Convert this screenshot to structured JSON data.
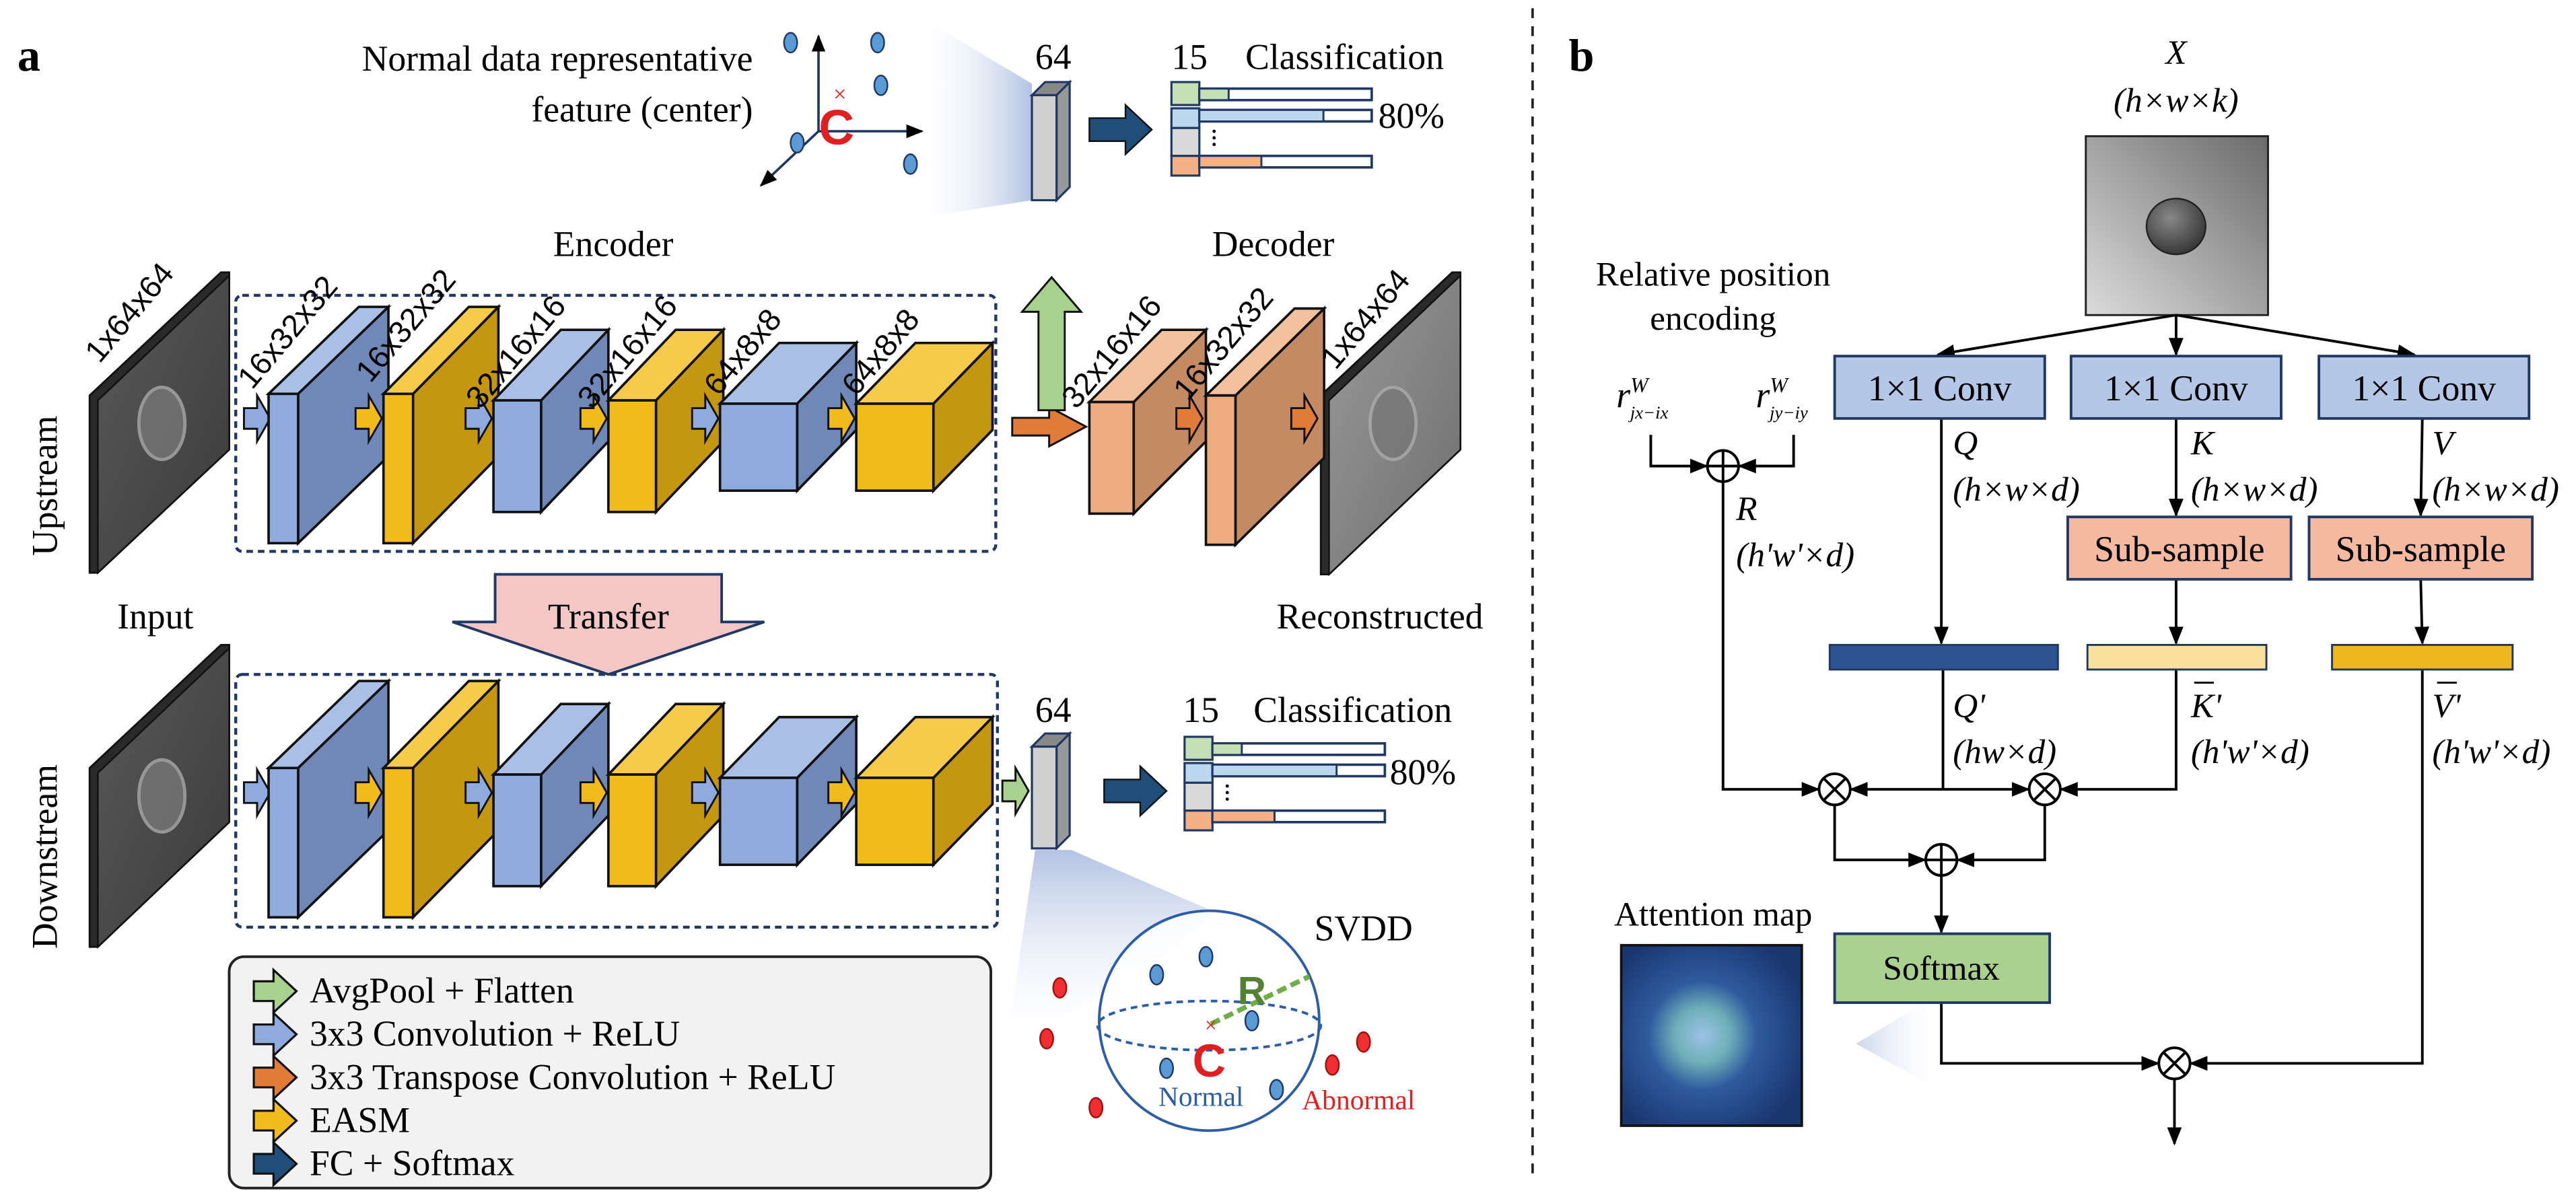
{
  "panel_a": {
    "label": "a",
    "top": {
      "center_text": [
        "Normal data representative",
        "feature (center)"
      ],
      "center_symbol": "C",
      "feature_dim": "64",
      "classes": "15",
      "classification": "Classification",
      "accuracy": "80%"
    },
    "upstream": {
      "row_label": "Upstream",
      "encoder_title": "Encoder",
      "decoder_title": "Decoder",
      "input_dim": "1x64x64",
      "encoder_dims": [
        "16x32x32",
        "16x32x32",
        "32x16x16",
        "32x16x16",
        "64x8x8",
        "64x8x8"
      ],
      "decoder_dims": [
        "32x16x16",
        "16x32x32"
      ],
      "output_dim": "1x64x64",
      "input_label": "Input",
      "output_label": "Reconstructed"
    },
    "transfer": "Transfer",
    "downstream": {
      "row_label": "Downstream",
      "feature_dim": "64",
      "classes": "15",
      "classification": "Classification",
      "accuracy": "80%"
    },
    "legend": [
      {
        "label": "AvgPool + Flatten",
        "color": "#a9d18e"
      },
      {
        "label": "3x3 Convolution + ReLU",
        "color": "#8faadc"
      },
      {
        "label": "3x3 Transpose Convolution + ReLU",
        "color": "#e07b39"
      },
      {
        "label": "EASM",
        "color": "#f2bb1c"
      },
      {
        "label": "FC + Softmax",
        "color": "#1f4e79"
      }
    ],
    "svdd": {
      "title": "SVDD",
      "center": "C",
      "radius": "R",
      "normal": "Normal",
      "abnormal": "Abnormal"
    }
  },
  "panel_b": {
    "label": "b",
    "input": {
      "name": "X",
      "shape": "(h×w×k)"
    },
    "rel_pos_title": [
      "Relative position",
      "encoding"
    ],
    "r_terms": [
      {
        "base": "r",
        "sup": "W",
        "sub": "jx−ix"
      },
      {
        "base": "r",
        "sup": "W",
        "sub": "jy−iy"
      }
    ],
    "R": {
      "name": "R",
      "shape": "(h'w'×d)"
    },
    "convs": [
      "1×1 Conv",
      "1×1 Conv",
      "1×1 Conv"
    ],
    "Q": {
      "name": "Q",
      "shape": "(h×w×d)"
    },
    "K": {
      "name": "K",
      "shape": "(h×w×d)"
    },
    "V": {
      "name": "V",
      "shape": "(h×w×d)"
    },
    "subsample": [
      "Sub-sample",
      "Sub-sample"
    ],
    "Qp": {
      "name": "Q'",
      "shape": "(hw×d)"
    },
    "Kp": {
      "name": "K'",
      "shape": "(h'w'×d)"
    },
    "Vp": {
      "name": "V'",
      "shape": "(h'w'×d)"
    },
    "softmax": "Softmax",
    "attention_map": "Attention map"
  },
  "colors": {
    "conv_blue": "#8faadc",
    "easm_yellow": "#f2bb1c",
    "decoder_orange": "#eeac7e",
    "conv_box": "#b4c7e7",
    "subsample_box": "#f4b9a0",
    "softmax_box": "#a9d08e",
    "q_bar": "#2e5491",
    "k_bar": "#fae09a",
    "v_bar": "#f0b61e",
    "normal_blue": "#2e5da8",
    "abnormal_red": "#e02020"
  }
}
